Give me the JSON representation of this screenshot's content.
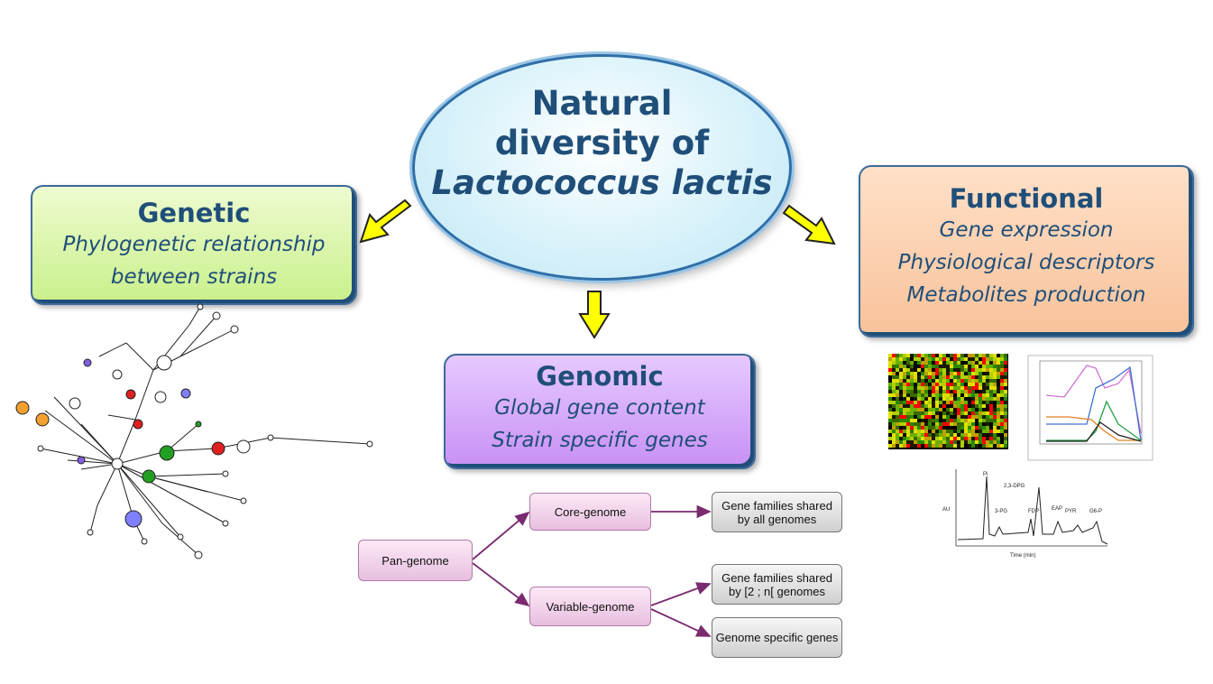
{
  "center": {
    "line1": "Natural",
    "line2": "diversity of",
    "line3": "Lactococcus lactis"
  },
  "genetic": {
    "title": "Genetic",
    "line1": "Phylogenetic relationship",
    "line2": "between strains"
  },
  "functional": {
    "title": "Functional",
    "line1": "Gene expression",
    "line2": "Physiological descriptors",
    "line3": "Metabolites production"
  },
  "genomic": {
    "title": "Genomic",
    "line1": "Global gene content",
    "line2": "Strain specific genes"
  },
  "pan": {
    "pan_genome": "Pan-genome",
    "core_genome": "Core-genome",
    "variable_genome": "Variable-genome",
    "core_desc_1": "Gene families shared",
    "core_desc_2": "by all genomes",
    "var_desc_1": "Gene families shared",
    "var_desc_2": "by  [2 ; n[ genomes",
    "specific": "Genome specific genes"
  },
  "chromatogram": {
    "peaks": [
      "Pi",
      "2,3-DPG",
      "3-PG",
      "FDP",
      "EAP",
      "PYR",
      "G6-P"
    ],
    "ylabel": "AU",
    "xlabel": "Time (min)"
  },
  "colors": {
    "title_blue": "#1f4e79",
    "arrow_yellow": "#ffff00",
    "genetic_green": "#c9f08a",
    "functional_orange": "#f8c29a",
    "genomic_purple": "#c890f4",
    "flow_arrow": "#7a2a6f"
  }
}
